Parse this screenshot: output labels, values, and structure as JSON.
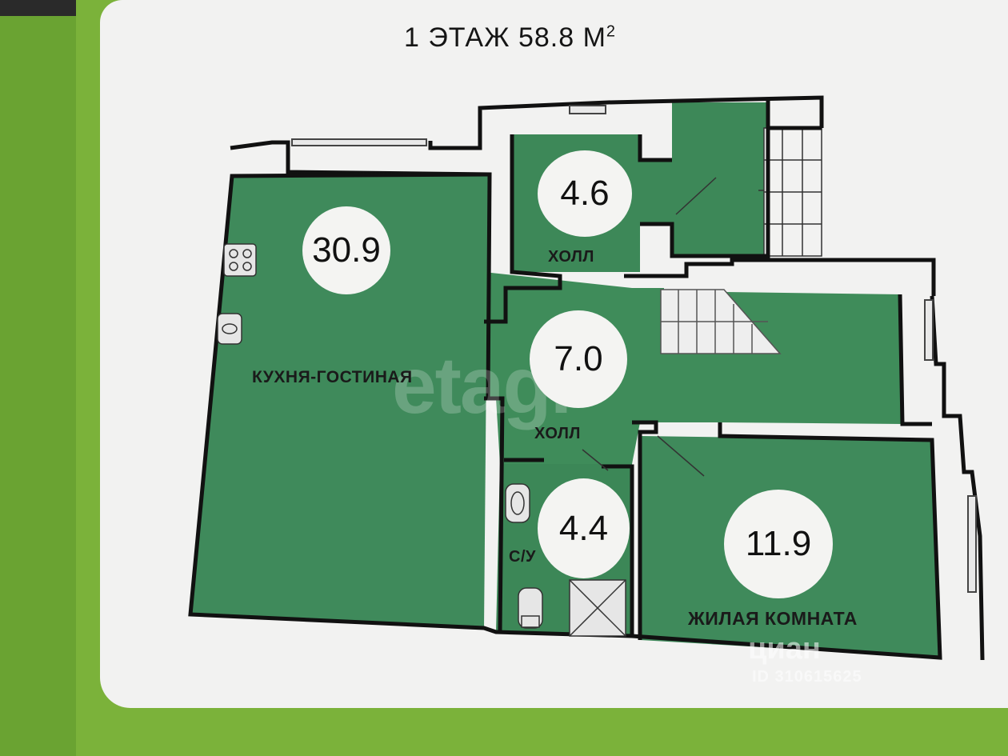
{
  "title": {
    "main": "1 ЭТАЖ 58.8 М",
    "sup": "2"
  },
  "rooms": {
    "kitchen_living": {
      "area": "30.9",
      "label": "КУХНЯ-ГОСТИНАЯ"
    },
    "hall_upper": {
      "area": "4.6",
      "label": "ХОЛЛ"
    },
    "hall_main": {
      "area": "7.0",
      "label": "ХОЛЛ"
    },
    "bathroom": {
      "area": "4.4",
      "label": "С/У"
    },
    "living_room": {
      "area": "11.9",
      "label": "ЖИЛАЯ КОМНАТА"
    }
  },
  "watermarks": {
    "etagi": "etagi",
    "cian": "циан",
    "cian_id": "ID 310615625"
  },
  "colors": {
    "room_fill": "#3f8a5b",
    "wall": "#111111",
    "sheet": "#f2f2f1",
    "backdrop": "#7bb23a"
  }
}
